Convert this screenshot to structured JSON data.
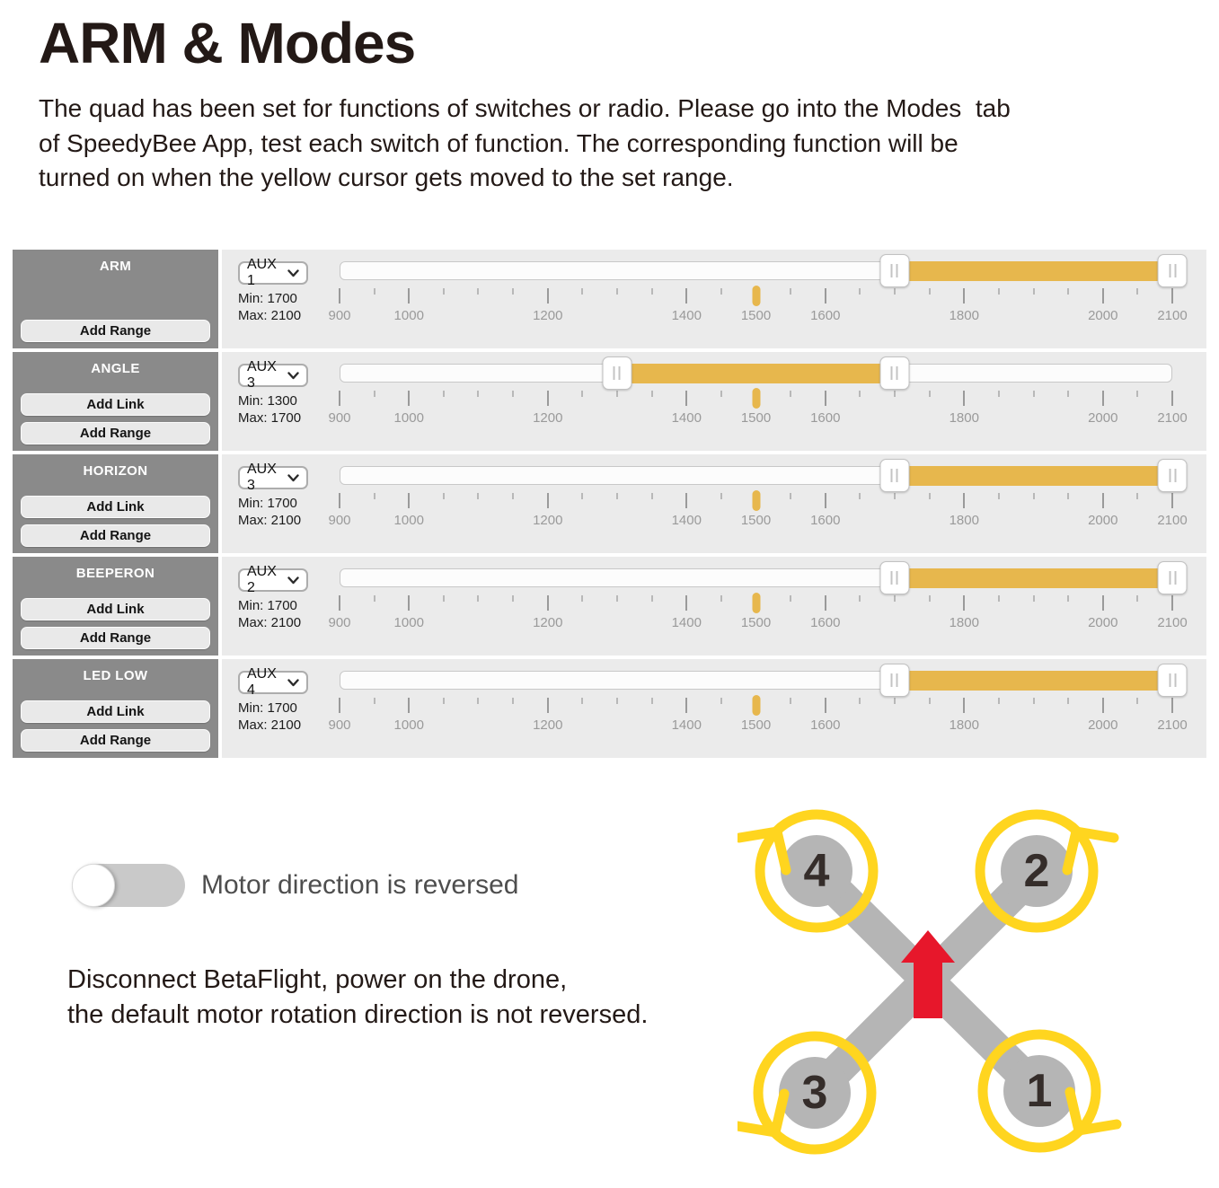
{
  "page": {
    "title": "ARM & Modes",
    "intro_lines": [
      "The quad has been set for functions of switches or radio. Please go into the Modes  tab",
      "of SpeedyBee App, test each switch of function. The corresponding function will be",
      "turned on when the yellow cursor gets moved to the set range."
    ]
  },
  "slider_scale": {
    "min_value": 900,
    "max_value": 2100,
    "labeled_ticks": [
      900,
      1000,
      1200,
      1400,
      1500,
      1600,
      1800,
      2000,
      2100
    ],
    "minor_step": 50,
    "cursor_value": 1500
  },
  "modes": [
    {
      "name": "ARM",
      "buttons": [
        "Add Range"
      ],
      "aux": "AUX 1",
      "min_label": "Min: 1700",
      "max_label": "Max: 2100",
      "range": [
        1700,
        2100
      ]
    },
    {
      "name": "ANGLE",
      "buttons": [
        "Add Link",
        "Add Range"
      ],
      "aux": "AUX 3",
      "min_label": "Min: 1300",
      "max_label": "Max: 1700",
      "range": [
        1300,
        1700
      ]
    },
    {
      "name": "HORIZON",
      "buttons": [
        "Add Link",
        "Add Range"
      ],
      "aux": "AUX 3",
      "min_label": "Min: 1700",
      "max_label": "Max: 2100",
      "range": [
        1700,
        2100
      ]
    },
    {
      "name": "BEEPERON",
      "buttons": [
        "Add Link",
        "Add Range"
      ],
      "aux": "AUX 2",
      "min_label": "Min: 1700",
      "max_label": "Max: 2100",
      "range": [
        1700,
        2100
      ]
    },
    {
      "name": "LED LOW",
      "buttons": [
        "Add Link",
        "Add Range"
      ],
      "aux": "AUX 4",
      "min_label": "Min: 1700",
      "max_label": "Max: 2100",
      "range": [
        1700,
        2100
      ]
    }
  ],
  "toggle": {
    "label": "Motor direction is reversed",
    "state": "off"
  },
  "note_lines": [
    "Disconnect BetaFlight, power on the drone,",
    "the default motor rotation direction is not reversed."
  ],
  "diagram": {
    "motors": [
      {
        "number": "4",
        "position": "front-left",
        "rotation": "clockwise"
      },
      {
        "number": "2",
        "position": "front-right",
        "rotation": "counterclockwise"
      },
      {
        "number": "3",
        "position": "rear-left",
        "rotation": "counterclockwise"
      },
      {
        "number": "1",
        "position": "rear-right",
        "rotation": "clockwise"
      }
    ],
    "forward_arrow": "up"
  },
  "colors": {
    "accent_amber": "#E7B74D",
    "diagram_yellow": "#FFD51F",
    "arrow_red": "#E7172B",
    "panel_gray": "#8A8A8A",
    "row_bg": "#EBEBEB",
    "arm_gray": "#B5B5B5"
  }
}
